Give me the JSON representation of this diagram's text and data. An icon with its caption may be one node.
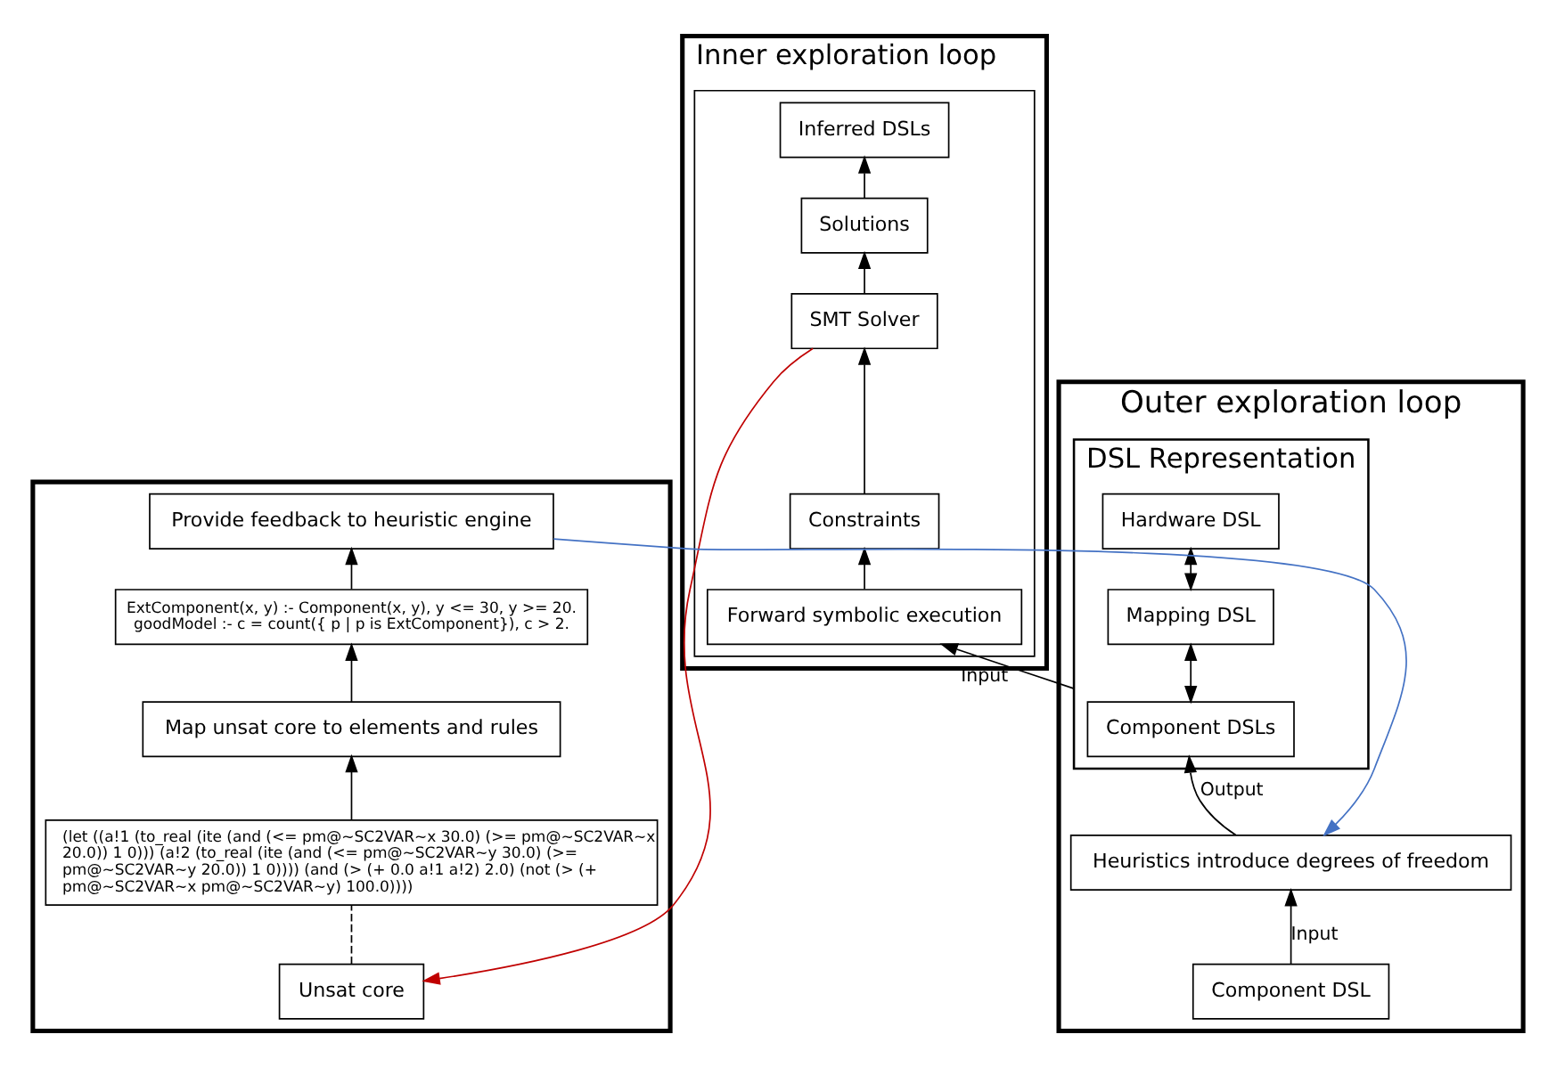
{
  "diagram": {
    "nodes": [
      {
        "text": [
          "Outer exploration loop"
        ]
      },
      {
        "text": [
          "Heuristics introduce degrees of freedom"
        ],
        "in": 0
      },
      {
        "text": [
          "Component DSL"
        ],
        "in": 0
      },
      {
        "text": [
          "DSL Representation"
        ],
        "in": 0
      },
      {
        "text": [
          "Component DSLs"
        ],
        "in": 3
      },
      {
        "text": [
          "Mapping DSL"
        ],
        "in": 3
      },
      {
        "text": [
          "Hardware DSL"
        ],
        "in": 3
      },
      {
        "text": [
          "Inner exploration loop"
        ]
      },
      {
        "text": [],
        "shape": "box",
        "in": 7
      },
      {
        "text": [
          "Inferred DSLs"
        ],
        "in": 8
      },
      {
        "text": [
          "Solutions"
        ],
        "in": 8
      },
      {
        "text": [
          "SMT Solver"
        ],
        "in": 8
      },
      {
        "text": [
          "Constraints"
        ],
        "in": 8
      },
      {
        "text": [
          "Forward symbolic execution"
        ],
        "in": 8
      },
      {
        "text": [],
        "shape": "box"
      },
      {
        "text": [
          "Unsat core"
        ],
        "in": 14
      },
      {
        "text": [
          "(let ((a!1 (to_real (ite (and (<= pm@~SC2VAR~x 30.0) (>= pm@~SC2VAR~x 20.0)) 1 0))) (a!2 (to_real (ite (and (<= pm@~SC2VAR~y 30.0) (>= pm@~SC2VAR~y 20.0)) 1 0)))) (and (> (+ 0.0 a!1 a!2) 2.0) (not (> (+ pm@~SC2VAR~x pm@~SC2VAR~y) 100.0))))"
        ],
        "in": 14
      },
      {
        "text": [
          "Map unsat core to elements and rules"
        ],
        "in": 14
      },
      {
        "text": [
          "ExtComponent(x, y) :- Component(x, y), y <= 30, y >= 20.",
          "goodModel :- c = count({ p | p is ExtComponent}), c > 2."
        ],
        "in": 14
      },
      {
        "text": [
          "Provide feedback to heuristic engine"
        ],
        "in": 14
      }
    ],
    "edges": [
      {
        "from": 2,
        "to": 1,
        "arrow": "to",
        "label": "Input"
      },
      {
        "from": 1,
        "to": 4,
        "arrow": "to",
        "label": "Output"
      },
      {
        "from": 4,
        "to": 5,
        "arrow": "both"
      },
      {
        "from": 5,
        "to": 6,
        "arrow": "both"
      },
      {
        "from": 3,
        "to": 13,
        "arrow": "to",
        "label": "Input"
      },
      {
        "from": 13,
        "to": 12,
        "arrow": "to"
      },
      {
        "from": 12,
        "to": 11,
        "arrow": "to"
      },
      {
        "from": 11,
        "to": 10,
        "arrow": "to"
      },
      {
        "from": 10,
        "to": 9,
        "arrow": "to"
      },
      {
        "from": 11,
        "to": 15,
        "arrow": "to",
        "color": "#c00000"
      },
      {
        "from": 15,
        "to": 16,
        "arrow": "none",
        "style": "dashed"
      },
      {
        "from": 16,
        "to": 17,
        "arrow": "to"
      },
      {
        "from": 17,
        "to": 18,
        "arrow": "to"
      },
      {
        "from": 18,
        "to": 19,
        "arrow": "to"
      },
      {
        "from": 19,
        "to": 1,
        "arrow": "to",
        "color": "#4472c4"
      }
    ]
  }
}
